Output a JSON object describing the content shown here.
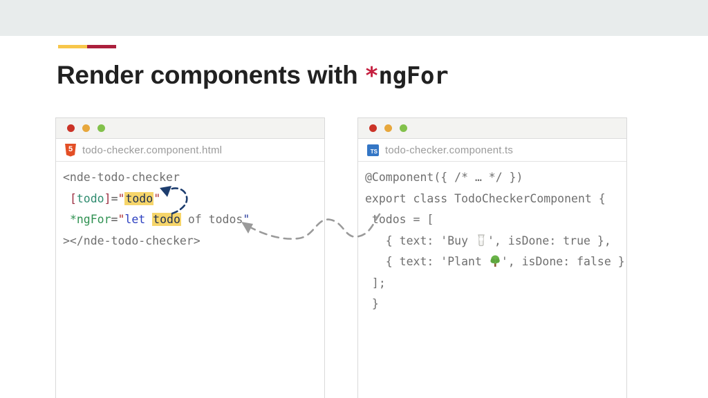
{
  "slide": {
    "title_prefix": "Render components with ",
    "title_star": "*",
    "title_code": "ngFor"
  },
  "colors": {
    "accent_yellow": "#F7C64A",
    "accent_red": "#AB1F3C",
    "title_star_red": "#C51F3F",
    "highlight_yellow": "#F6D56A",
    "arrow_navy": "#1D3D6E",
    "arrow_gray": "#9A9A9A",
    "top_band_gray": "#E8ECEC"
  },
  "left_window": {
    "icon": "html5-icon",
    "icon_text": "5",
    "filename": "todo-checker.component.html",
    "code": {
      "l1": "<nde-todo-checker",
      "l2_indent": " ",
      "l2_open_bracket": "[",
      "l2_attr": "todo",
      "l2_close_bracket": "]",
      "l2_eq": "=",
      "l2_quote_open": "\"",
      "l2_value": "todo",
      "l2_quote_close": "\"",
      "l3_indent": " ",
      "l3_directive": "*ngFor",
      "l3_eq": "=",
      "l3_quote_open": "\"",
      "l3_let": "let ",
      "l3_loopvar": "todo",
      "l3_rest": " of todos",
      "l3_quote_close": "\"",
      "l4": "></nde-todo-checker>"
    }
  },
  "right_window": {
    "icon": "typescript-icon",
    "icon_text": "TS",
    "filename": "todo-checker.component.ts",
    "lines": {
      "l1": "@Component({ /* … */ })",
      "l2": "export class TodoCheckerComponent {",
      "l3": " todos = [",
      "l4a": "   { text: 'Buy ",
      "l4b": "', isDone: true },",
      "l5a": "   { text: 'Plant ",
      "l5b": "', isDone: false }",
      "l6": " ];",
      "l7": " }",
      "milk_emoji": "🥛",
      "tree_emoji": "🌳"
    }
  },
  "arrows": {
    "loop_var_binding": "dashed navy arrow from *ngFor todo up to [todo] value",
    "todos_data_flow": "dashed gray arrow from todos array in ts file to todos in *ngFor"
  }
}
